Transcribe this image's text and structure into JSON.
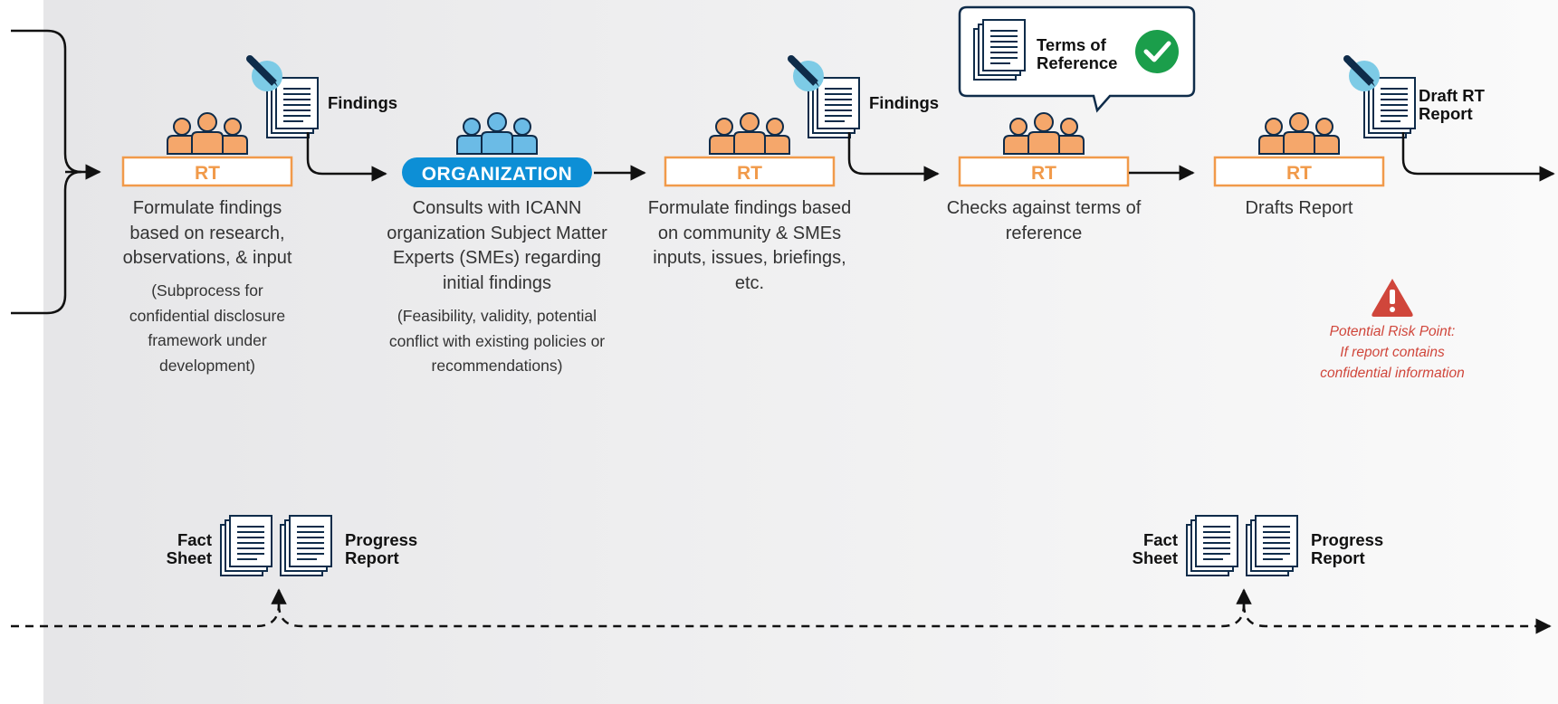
{
  "colors": {
    "background_band": "#ececee",
    "rt_orange": "#f19a4a",
    "rt_people": "#f5a76b",
    "org_blue": "#0d8fd6",
    "org_people": "#6bbbe6",
    "doc_navy": "#0f2c4a",
    "pen_circle": "#7dcbe6",
    "check_green": "#1b9e4b",
    "risk_red": "#d0463b"
  },
  "steps": [
    {
      "badge": "RT",
      "description": "Formulate findings based on research, observations, & input",
      "note": "(Subprocess for confidential disclosure framework under development)",
      "document": "Findings"
    },
    {
      "badge": "ORGANIZATION",
      "description": "Consults with ICANN organization Subject Matter Experts (SMEs) regarding initial findings",
      "note": "(Feasibility, validity, potential conflict with existing policies or recommendations)"
    },
    {
      "badge": "RT",
      "description": "Formulate findings based on community & SMEs inputs, issues, briefings, etc.",
      "document": "Findings"
    },
    {
      "badge": "RT",
      "description": "Checks against terms of reference",
      "callout": "Terms of Reference"
    },
    {
      "badge": "RT",
      "description": "Drafts Report",
      "document": "Draft RT Report"
    }
  ],
  "risk": {
    "icon": "warning-triangle-icon",
    "line1": "Potential Risk Point:",
    "line2": "If report contains",
    "line3": "confidential information"
  },
  "outputs": [
    {
      "doc1": "Fact Sheet",
      "doc2": "Progress Report"
    },
    {
      "doc1": "Fact Sheet",
      "doc2": "Progress Report"
    }
  ]
}
